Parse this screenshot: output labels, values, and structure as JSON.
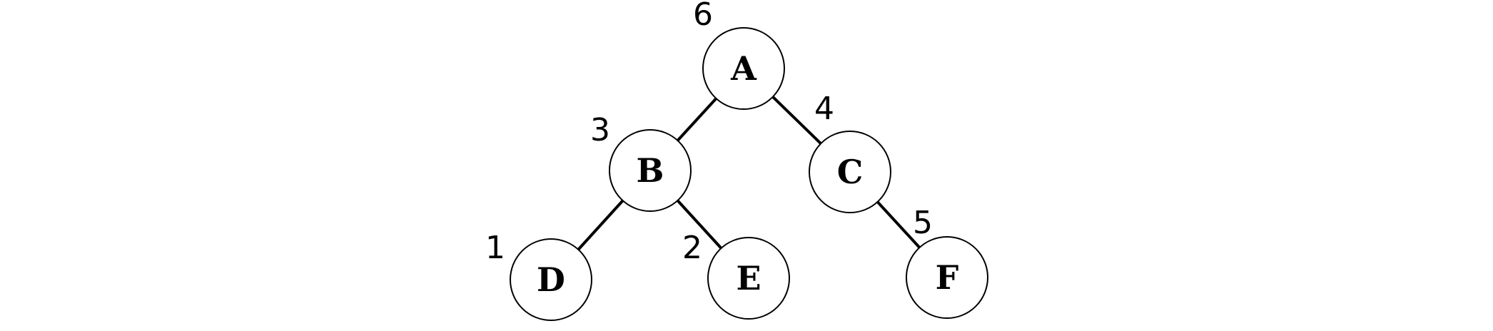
{
  "diagram": {
    "title": "binary tree with numbered nodes",
    "background_color": "#ffffff",
    "stroke_color": "#000000"
  },
  "graph": {
    "type": "binary-tree",
    "nodes": [
      {
        "id": "A",
        "label": "A",
        "annotation": "6"
      },
      {
        "id": "B",
        "label": "B",
        "annotation": "3"
      },
      {
        "id": "C",
        "label": "C",
        "annotation": "4"
      },
      {
        "id": "D",
        "label": "D",
        "annotation": "1"
      },
      {
        "id": "E",
        "label": "E",
        "annotation": "2"
      },
      {
        "id": "F",
        "label": "F",
        "annotation": "5"
      }
    ],
    "edges": [
      {
        "from": "A",
        "to": "B"
      },
      {
        "from": "A",
        "to": "C"
      },
      {
        "from": "B",
        "to": "D"
      },
      {
        "from": "B",
        "to": "E"
      },
      {
        "from": "C",
        "to": "F"
      }
    ]
  }
}
